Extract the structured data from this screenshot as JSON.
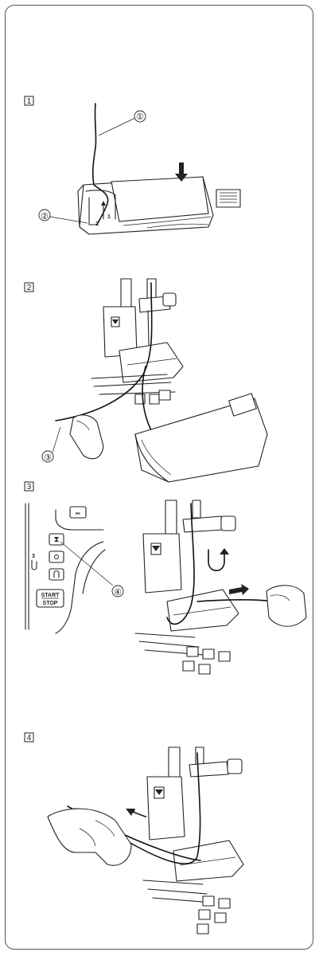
{
  "steps": [
    {
      "number": "1"
    },
    {
      "number": "2"
    },
    {
      "number": "3"
    },
    {
      "number": "4"
    }
  ],
  "callouts": {
    "c1": "①",
    "c2": "②",
    "c3": "③",
    "c4": "④"
  },
  "step1": {
    "slot_mark_1": "1",
    "slot_mark_2": "2"
  },
  "step3": {
    "panel_mark": "3",
    "start_stop_top": "START",
    "start_stop_bottom": "STOP"
  }
}
